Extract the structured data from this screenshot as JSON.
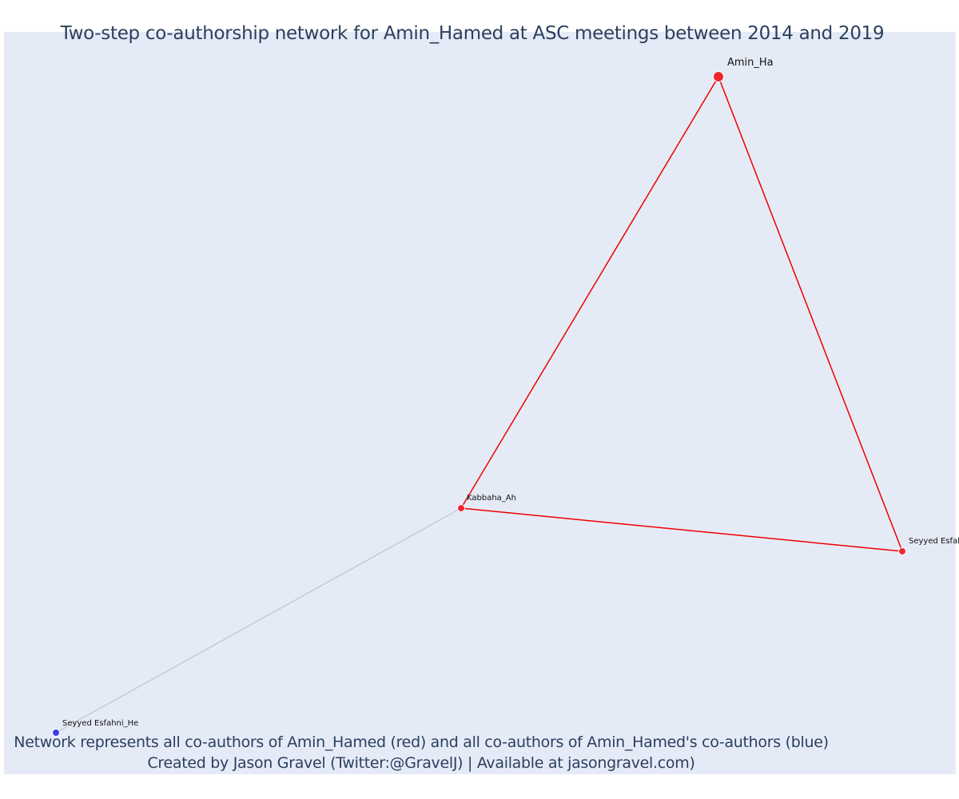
{
  "title": "Two-step co-authorship network for Amin_Hamed at ASC meetings between 2014 and 2019",
  "caption": {
    "line1": "Network represents all co-authors of Amin_Hamed (red) and all co-authors of Amin_Hamed's co-authors (blue)",
    "line2": "Created by Jason Gravel (Twitter:@GravelJ) | Available at jasongravel.com)"
  },
  "colors": {
    "background": "#e5ebf6",
    "first_step": "#f0262f",
    "second_step": "#3a3fe0",
    "first_step_edge": "#ee0000",
    "second_step_edge": "#b8bcc7",
    "text": "#2a3f5f"
  },
  "network": {
    "nodes": [
      {
        "id": "amin",
        "label": "Amin_Ha",
        "group": "ego"
      },
      {
        "id": "kabbaha",
        "label": "Kabbaha_Ah",
        "group": "co-author"
      },
      {
        "id": "seyyed_f",
        "label": "Seyyed Esfah",
        "group": "co-author"
      },
      {
        "id": "seyyed_he",
        "label": "Seyyed Esfahni_He",
        "group": "co-author-of-co-author"
      }
    ],
    "edges": [
      {
        "source": "amin",
        "target": "kabbaha",
        "type": "first-step"
      },
      {
        "source": "amin",
        "target": "seyyed_f",
        "type": "first-step"
      },
      {
        "source": "kabbaha",
        "target": "seyyed_f",
        "type": "first-step"
      },
      {
        "source": "kabbaha",
        "target": "seyyed_he",
        "type": "second-step"
      }
    ]
  }
}
